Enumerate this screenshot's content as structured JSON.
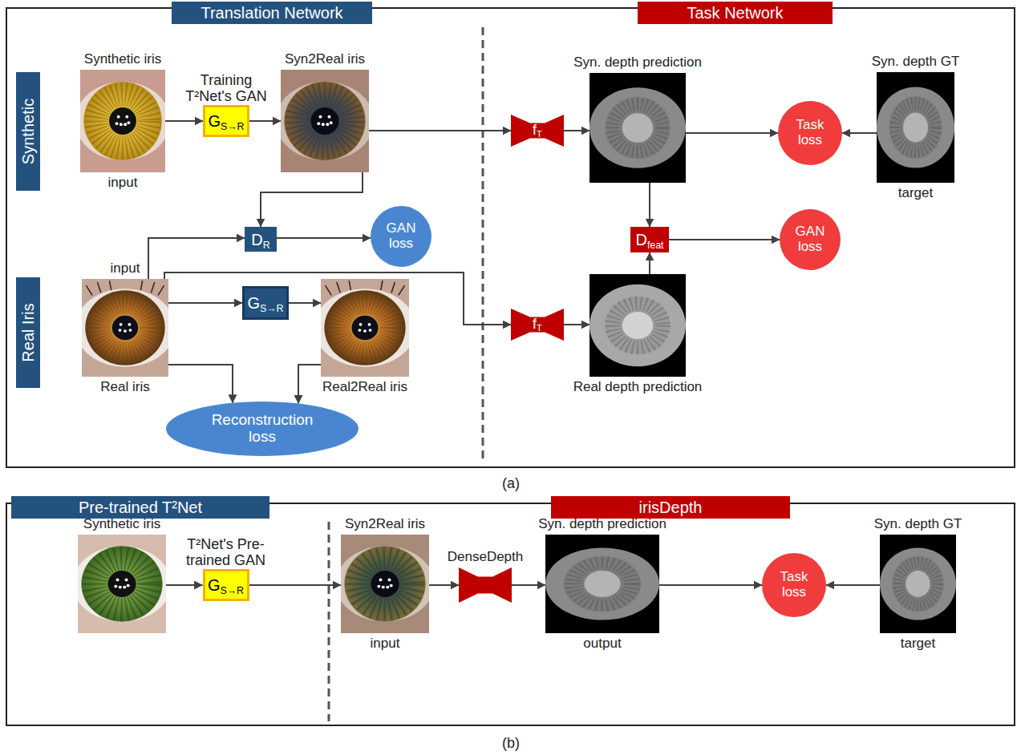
{
  "diagram": {
    "nodes": [
      {
        "text": [
          "Translation Network"
        ]
      },
      {
        "text": [
          "Task Network"
        ]
      },
      {
        "text": [
          "Synthetic"
        ]
      },
      {
        "text": [
          "Synthetic iris",
          "input"
        ]
      },
      {
        "text": [
          "Training T²Net's GAN",
          "GS→R"
        ]
      },
      {
        "text": [
          "Syn2Real iris"
        ]
      },
      {
        "text": [
          "fT"
        ]
      },
      {
        "text": [
          "Syn. depth prediction"
        ]
      },
      {
        "text": [
          "Task loss"
        ]
      },
      {
        "text": [
          "Syn. depth GT",
          "target"
        ]
      },
      {
        "text": [
          "DR"
        ]
      },
      {
        "text": [
          "GAN loss"
        ]
      },
      {
        "text": [
          "Dfeat"
        ]
      },
      {
        "text": [
          "GAN loss"
        ]
      },
      {
        "text": [
          "Real Iris"
        ]
      },
      {
        "text": [
          "input",
          "Real iris"
        ]
      },
      {
        "text": [
          "GS→R"
        ]
      },
      {
        "text": [
          "Real2Real iris"
        ]
      },
      {
        "text": [
          "fT"
        ]
      },
      {
        "text": [
          "Real depth prediction"
        ]
      },
      {
        "text": [
          "Reconstruction loss"
        ]
      },
      {
        "text": [
          "Pre-trained T²Net"
        ]
      },
      {
        "text": [
          "irisDepth"
        ]
      },
      {
        "text": [
          "Synthetic iris"
        ]
      },
      {
        "text": [
          "T²Net's Pre-trained GAN",
          "GS→R"
        ]
      },
      {
        "text": [
          "Syn2Real iris",
          "input"
        ]
      },
      {
        "text": [
          "DenseDepth"
        ]
      },
      {
        "text": [
          "Syn. depth prediction",
          "output"
        ]
      },
      {
        "text": [
          "Task loss"
        ]
      },
      {
        "text": [
          "Syn. depth GT",
          "target"
        ]
      }
    ],
    "edges": [
      {
        "from": 3,
        "to": 4,
        "arrow": "to"
      },
      {
        "from": 4,
        "to": 5,
        "arrow": "to"
      },
      {
        "from": 5,
        "to": 10,
        "arrow": "to"
      },
      {
        "from": 15,
        "to": 10,
        "arrow": "to"
      },
      {
        "from": 10,
        "to": 11,
        "arrow": "to"
      },
      {
        "from": 5,
        "to": 6,
        "arrow": "to"
      },
      {
        "from": 6,
        "to": 7,
        "arrow": "to"
      },
      {
        "from": 7,
        "to": 8,
        "arrow": "to"
      },
      {
        "from": 9,
        "to": 8,
        "arrow": "to"
      },
      {
        "from": 7,
        "to": 12,
        "arrow": "to"
      },
      {
        "from": 19,
        "to": 12,
        "arrow": "to"
      },
      {
        "from": 12,
        "to": 13,
        "arrow": "to"
      },
      {
        "from": 15,
        "to": 16,
        "arrow": "to"
      },
      {
        "from": 16,
        "to": 17,
        "arrow": "to"
      },
      {
        "from": 15,
        "to": 20,
        "arrow": "to"
      },
      {
        "from": 17,
        "to": 20,
        "arrow": "to"
      },
      {
        "from": 15,
        "to": 18,
        "arrow": "to"
      },
      {
        "from": 18,
        "to": 19,
        "arrow": "to"
      },
      {
        "from": 23,
        "to": 24,
        "arrow": "to"
      },
      {
        "from": 24,
        "to": 25,
        "arrow": "to"
      },
      {
        "from": 25,
        "to": 26,
        "arrow": "to"
      },
      {
        "from": 26,
        "to": 27,
        "arrow": "to"
      },
      {
        "from": 27,
        "to": 28,
        "arrow": "to"
      },
      {
        "from": 29,
        "to": 28,
        "arrow": "to"
      }
    ],
    "labels": [
      "(a)",
      "(b)"
    ]
  }
}
